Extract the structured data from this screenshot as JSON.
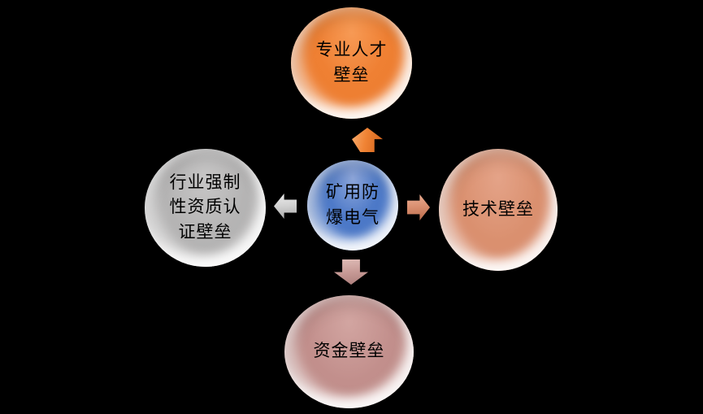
{
  "canvas": {
    "background": "#000000"
  },
  "diagram": {
    "center": {
      "text": "矿用防\n爆电气",
      "color": "#4472C4",
      "text_color": "#000000"
    },
    "nodes": {
      "top": {
        "text": "专业人才\n壁垒",
        "color": "#ED7D31",
        "text_color": "#000000"
      },
      "right": {
        "text": "技术壁垒",
        "color": "#D98E6F",
        "text_color": "#000000"
      },
      "bottom": {
        "text": "资金壁垒",
        "color": "#BF8D89",
        "text_color": "#000000"
      },
      "left": {
        "text": "行业强制\n性资质认\n证壁垒",
        "color": "#B3B2B2",
        "text_color": "#000000"
      }
    },
    "arrows": {
      "up": {
        "direction": "up",
        "color": "#F08334"
      },
      "right": {
        "direction": "right",
        "color": "#D98E6F"
      },
      "down": {
        "direction": "down",
        "color": "#C79A96"
      },
      "left": {
        "direction": "left",
        "color": "#D2D2D2"
      }
    }
  }
}
